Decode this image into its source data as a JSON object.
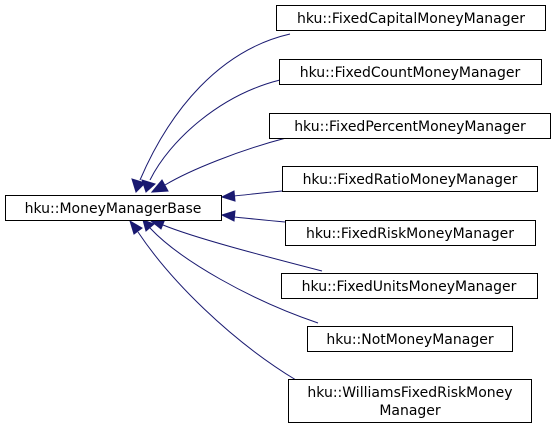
{
  "diagram": {
    "base_class": {
      "label": "hku::MoneyManagerBase"
    },
    "derived_classes": [
      {
        "label": "hku::FixedCapitalMoneyManager"
      },
      {
        "label": "hku::FixedCountMoneyManager"
      },
      {
        "label": "hku::FixedPercentMoneyManager"
      },
      {
        "label": "hku::FixedRatioMoneyManager"
      },
      {
        "label": "hku::FixedRiskMoneyManager"
      },
      {
        "label": "hku::FixedUnitsMoneyManager"
      },
      {
        "label": "hku::NotMoneyManager"
      },
      {
        "label_line1": "hku::WilliamsFixedRiskMoney",
        "label_line2": "Manager"
      }
    ],
    "edge_color": "#191970",
    "relationship": "inheritance"
  }
}
